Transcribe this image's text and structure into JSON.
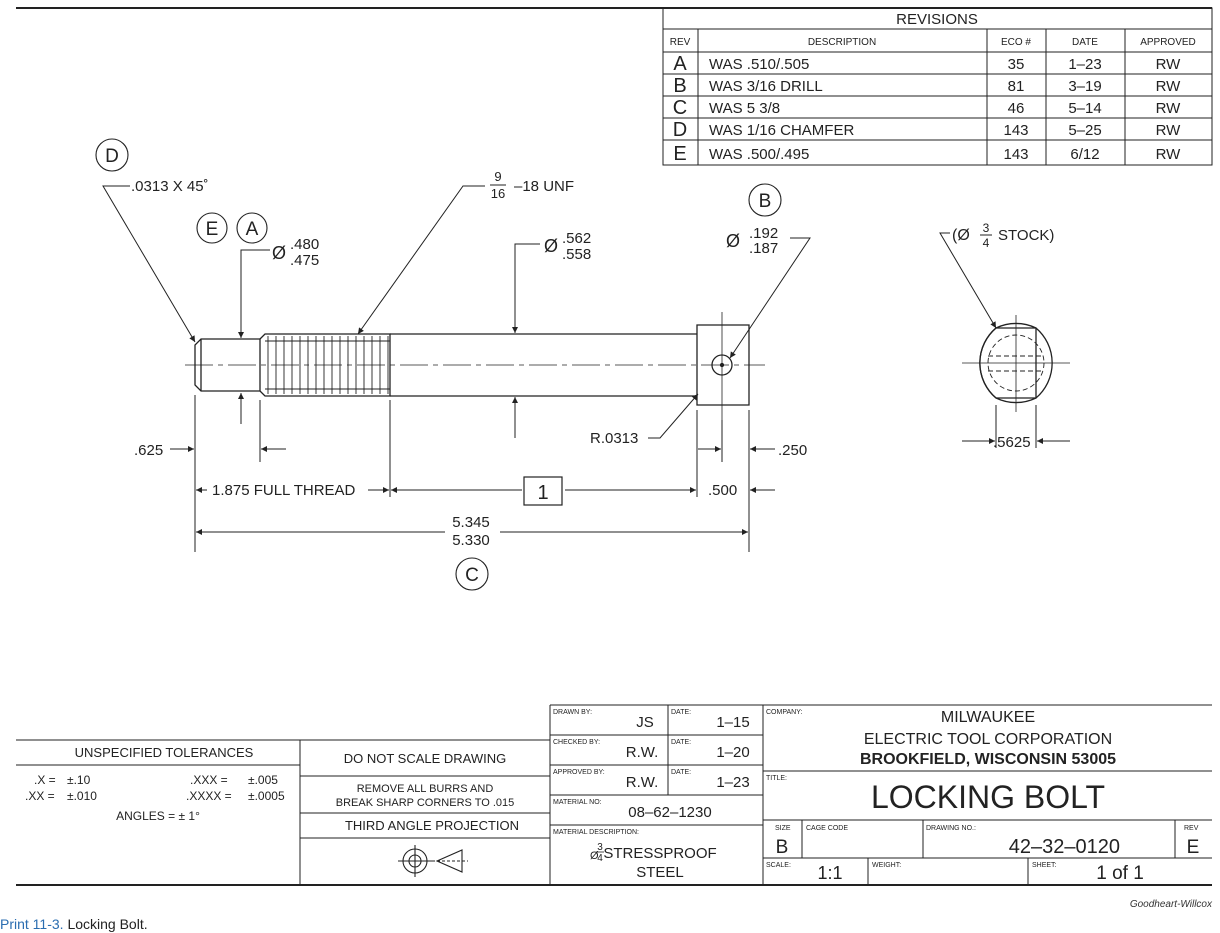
{
  "revisions": {
    "title": "REVISIONS",
    "headers": [
      "REV",
      "DESCRIPTION",
      "ECO #",
      "DATE",
      "APPROVED"
    ],
    "rows": [
      [
        "A",
        "WAS .510/.505",
        "35",
        "1–23",
        "RW"
      ],
      [
        "B",
        "WAS 3/16 DRILL",
        "81",
        "3–19",
        "RW"
      ],
      [
        "C",
        "WAS 5 3/8",
        "46",
        "5–14",
        "RW"
      ],
      [
        "D",
        "WAS 1/16 CHAMFER",
        "143",
        "5–25",
        "RW"
      ],
      [
        "E",
        "WAS .500/.495",
        "143",
        "6/12",
        "RW"
      ]
    ]
  },
  "callouts": {
    "chamfer": ".0313 X 45˚",
    "thread_num": "9",
    "thread_den": "16",
    "thread_rest": "–18 UNF",
    "dia_symbol": "Ø",
    "neck_upper": ".480",
    "neck_lower": ".475",
    "shank_upper": ".562",
    "shank_lower": ".558",
    "hole_upper": ".192",
    "hole_lower": ".187",
    "stock_prefix": "(Ø",
    "stock_num": "3",
    "stock_den": "4",
    "stock_rest": "STOCK)",
    "radius": "R.0313",
    "dim_625": ".625",
    "dim_thread": "1.875 FULL THREAD",
    "dim_box": "1",
    "dim_500": ".500",
    "dim_250": ".250",
    "dim_5625": ".5625",
    "overall_upper": "5.345",
    "overall_lower": "5.330"
  },
  "balloons": {
    "d": "D",
    "e": "E",
    "a": "A",
    "b": "B",
    "c": "C"
  },
  "tolerances": {
    "heading": "UNSPECIFIED TOLERANCES",
    "x1_label": ".X =",
    "x1_value": "±.10",
    "x2_label": ".XX =",
    "x2_value": "±.010",
    "x3_label": ".XXX =",
    "x3_value": "±.005",
    "x4_label": ".XXXX =",
    "x4_value": "±.0005",
    "angles": "ANGLES = ± 1°"
  },
  "notes": {
    "no_scale": "DO NOT SCALE DRAWING",
    "burrs_1": "REMOVE ALL BURRS AND",
    "burrs_2": "BREAK SHARP CORNERS TO .015",
    "projection": "THIRD ANGLE PROJECTION"
  },
  "signoff": {
    "drawn_label": "DRAWN BY:",
    "drawn_value": "JS",
    "drawn_date": "1–15",
    "checked_label": "CHECKED BY:",
    "checked_value": "R.W.",
    "checked_date": "1–20",
    "approved_label": "APPROVED BY:",
    "approved_value": "R.W.",
    "approved_date": "1–23",
    "date_label": "DATE:",
    "material_no_label": "MATERIAL NO:",
    "material_no": "08–62–1230",
    "material_desc_label": "MATERIAL DESCRIPTION:",
    "material_num": "3",
    "material_den": "4",
    "material_line1": "STRESSPROOF",
    "material_line2": "STEEL"
  },
  "title_block": {
    "company_label": "COMPANY:",
    "company_1": "MILWAUKEE",
    "company_2": "ELECTRIC TOOL CORPORATION",
    "company_3": "BROOKFIELD, WISCONSIN 53005",
    "title_label": "TITLE:",
    "title": "LOCKING BOLT",
    "size_label": "SIZE",
    "size": "B",
    "cage_label": "CAGE CODE",
    "drawing_no_label": "DRAWING NO.:",
    "drawing_no": "42–32–0120",
    "rev_label": "REV",
    "rev": "E",
    "scale_label": "SCALE:",
    "scale": "1:1",
    "weight_label": "WEIGHT:",
    "sheet_label": "SHEET:",
    "sheet": "1 of 1"
  },
  "caption": {
    "figure": "Print 11-3.",
    "text": "Locking Bolt.",
    "credit": "Goodheart-Willcox"
  }
}
